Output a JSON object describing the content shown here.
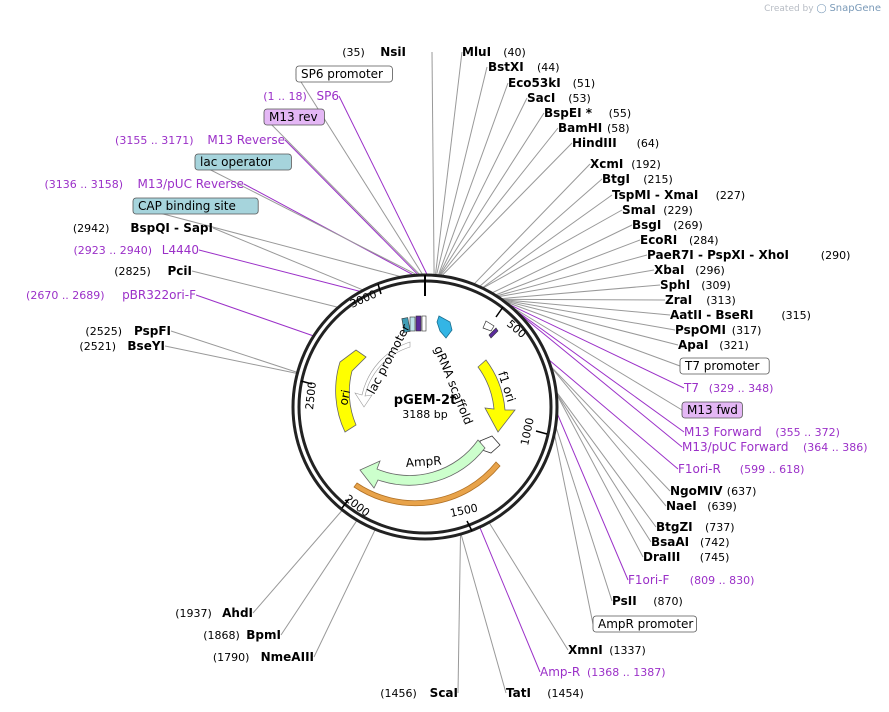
{
  "credit": {
    "text": "Created by",
    "brand": "SnapGene"
  },
  "map": {
    "name": "pGEM-2t",
    "length": "3188 bp",
    "total_bp": 3188
  },
  "colors": {
    "primer": "#9b30c8",
    "line": "#999999",
    "ori": "#ffff00",
    "ampr": "#ccffcc",
    "ampr_bar": "#e8a34a",
    "gRNA": "#33b5e5"
  },
  "ticks": [
    "3000",
    "500",
    "1000",
    "1500",
    "2000",
    "2500"
  ],
  "features": [
    {
      "label": "lac promoter"
    },
    {
      "label": "gRNA scaffold"
    },
    {
      "label": "f1 ori"
    },
    {
      "label": "ori"
    },
    {
      "label": "AmpR"
    }
  ],
  "labels": [
    {
      "kind": "enz",
      "name": "NsiI",
      "pos": "(35)",
      "left": true
    },
    {
      "kind": "enz",
      "name": "MluI",
      "pos": "(40)"
    },
    {
      "kind": "enz",
      "name": "BstXI",
      "pos": "(44)"
    },
    {
      "kind": "enz",
      "name": "Eco53kI",
      "pos": "(51)"
    },
    {
      "kind": "enz",
      "name": "SacI",
      "pos": "(53)"
    },
    {
      "kind": "enz",
      "name": "BspEI *",
      "pos": "(55)"
    },
    {
      "kind": "enz",
      "name": "BamHI",
      "pos": "(58)"
    },
    {
      "kind": "enz",
      "name": "HindIII",
      "pos": "(64)"
    },
    {
      "kind": "enz",
      "name": "XcmI",
      "pos": "(192)"
    },
    {
      "kind": "enz",
      "name": "BtgI",
      "pos": "(215)"
    },
    {
      "kind": "enz",
      "name": "TspMI - XmaI",
      "pos": "(227)"
    },
    {
      "kind": "enz",
      "name": "SmaI",
      "pos": "(229)"
    },
    {
      "kind": "enz",
      "name": "BsgI",
      "pos": "(269)"
    },
    {
      "kind": "enz",
      "name": "EcoRI",
      "pos": "(284)"
    },
    {
      "kind": "enz",
      "name": "PaeR7I - PspXI - XhoI",
      "pos": "(290)"
    },
    {
      "kind": "enz",
      "name": "XbaI",
      "pos": "(296)"
    },
    {
      "kind": "enz",
      "name": "SphI",
      "pos": "(309)"
    },
    {
      "kind": "enz",
      "name": "ZraI",
      "pos": "(313)"
    },
    {
      "kind": "enz",
      "name": "AatII - BseRI",
      "pos": "(315)"
    },
    {
      "kind": "enz",
      "name": "PspOMI",
      "pos": "(317)"
    },
    {
      "kind": "enz",
      "name": "ApaI",
      "pos": "(321)"
    },
    {
      "kind": "box",
      "name": "T7 promoter",
      "fill": "#ffffff"
    },
    {
      "kind": "prim",
      "name": "T7",
      "pos": "(329 .. 348)"
    },
    {
      "kind": "box",
      "name": "M13 fwd",
      "fill": "#e4b7f5"
    },
    {
      "kind": "prim",
      "name": "M13 Forward",
      "pos": "(355 .. 372)"
    },
    {
      "kind": "prim",
      "name": "M13/pUC Forward",
      "pos": "(364 .. 386)"
    },
    {
      "kind": "prim",
      "name": "F1ori-R",
      "pos": "(599 .. 618)"
    },
    {
      "kind": "enz",
      "name": "NgoMIV",
      "pos": "(637)"
    },
    {
      "kind": "enz",
      "name": "NaeI",
      "pos": "(639)"
    },
    {
      "kind": "enz",
      "name": "BtgZI",
      "pos": "(737)"
    },
    {
      "kind": "enz",
      "name": "BsaAI",
      "pos": "(742)"
    },
    {
      "kind": "enz",
      "name": "DraIII",
      "pos": "(745)"
    },
    {
      "kind": "prim",
      "name": "F1ori-F",
      "pos": "(809 .. 830)"
    },
    {
      "kind": "enz",
      "name": "PsII",
      "pos": "(870)"
    },
    {
      "kind": "box",
      "name": "AmpR promoter",
      "fill": "#ffffff"
    },
    {
      "kind": "enz",
      "name": "XmnI",
      "pos": "(1337)"
    },
    {
      "kind": "prim",
      "name": "Amp-R",
      "pos": "(1368 .. 1387)"
    },
    {
      "kind": "enz",
      "name": "TatI",
      "pos": "(1454)"
    },
    {
      "kind": "enz",
      "name": "ScaI",
      "pos": "(1456)",
      "left": true
    },
    {
      "kind": "enz",
      "name": "NmeAIII",
      "pos": "(1790)",
      "left": true
    },
    {
      "kind": "enz",
      "name": "BpmI",
      "pos": "(1868)",
      "left": true
    },
    {
      "kind": "enz",
      "name": "AhdI",
      "pos": "(1937)",
      "left": true
    },
    {
      "kind": "enz",
      "name": "BseYI",
      "pos": "(2521)",
      "left": true
    },
    {
      "kind": "enz",
      "name": "PspFI",
      "pos": "(2525)",
      "left": true
    },
    {
      "kind": "prim",
      "name": "pBR322ori-F",
      "pos": "(2670 .. 2689)",
      "left": true
    },
    {
      "kind": "enz",
      "name": "PciI",
      "pos": "(2825)",
      "left": true
    },
    {
      "kind": "prim",
      "name": "L4440",
      "pos": "(2923 .. 2940)",
      "left": true
    },
    {
      "kind": "enz",
      "name": "BspQI - SapI",
      "pos": "(2942)",
      "left": true
    },
    {
      "kind": "box",
      "name": "CAP binding site",
      "fill": "#a6d4dc"
    },
    {
      "kind": "prim",
      "name": "M13/pUC Reverse",
      "pos": "(3136 .. 3158)",
      "left": true
    },
    {
      "kind": "box",
      "name": "lac operator",
      "fill": "#a6d4dc"
    },
    {
      "kind": "prim",
      "name": "M13 Reverse",
      "pos": "(3155 .. 3171)",
      "left": true
    },
    {
      "kind": "box",
      "name": "M13 rev",
      "fill": "#e4b7f5"
    },
    {
      "kind": "prim",
      "name": "SP6",
      "pos": "(1 .. 18)",
      "left": true
    },
    {
      "kind": "box",
      "name": "SP6 promoter",
      "fill": "#ffffff"
    }
  ]
}
